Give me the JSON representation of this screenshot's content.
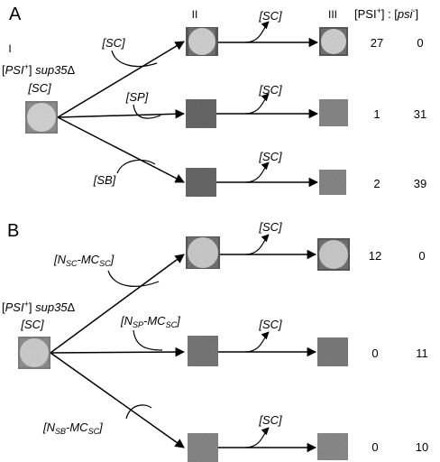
{
  "figure": {
    "header": {
      "left": "[PSI",
      "sup": "+",
      "mid": "] : [",
      "right": "psi",
      "sup2": "-",
      "end": "]"
    },
    "stages": {
      "first": "I",
      "second": "II",
      "third": "III"
    },
    "panels": [
      {
        "label": "A",
        "strain": {
          "open": "[",
          "name": "PSI",
          "sup": "+",
          "close": "]",
          "gene": "sup35",
          "delta": "Δ"
        },
        "medium": "[SC]",
        "rows": [
          {
            "transfer": "[SC]",
            "passage": "[SC]",
            "psi_plus": "27",
            "psi_minus": "0",
            "plaque": "bright"
          },
          {
            "transfer": "[SP]",
            "passage": "[SC]",
            "psi_plus": "1",
            "psi_minus": "31",
            "plaque": "dark"
          },
          {
            "transfer": "[SB]",
            "passage": "[SC]",
            "psi_plus": "2",
            "psi_minus": "39",
            "plaque": "dark"
          }
        ]
      },
      {
        "label": "B",
        "strain": {
          "open": "[",
          "name": "PSI",
          "sup": "+",
          "close": "]",
          "gene": "sup35",
          "delta": "Δ"
        },
        "medium": "[SC]",
        "rows": [
          {
            "t_open": "[N",
            "t_sub1": "SC",
            "t_mid": "-MC",
            "t_sub2": "SC",
            "t_close": "]",
            "passage": "[SC]",
            "psi_plus": "12",
            "psi_minus": "0",
            "plaque": "bright"
          },
          {
            "t_open": "[N",
            "t_sub1": "SP",
            "t_mid": "-MC",
            "t_sub2": "SC",
            "t_close": "]",
            "passage": "[SC]",
            "psi_plus": "0",
            "psi_minus": "11",
            "plaque": "dark"
          },
          {
            "t_open": "[N",
            "t_sub1": "SB",
            "t_mid": "-MC",
            "t_sub2": "SC",
            "t_close": "]",
            "passage": "[SC]",
            "psi_plus": "0",
            "psi_minus": "10",
            "plaque": "dark"
          }
        ]
      }
    ]
  }
}
